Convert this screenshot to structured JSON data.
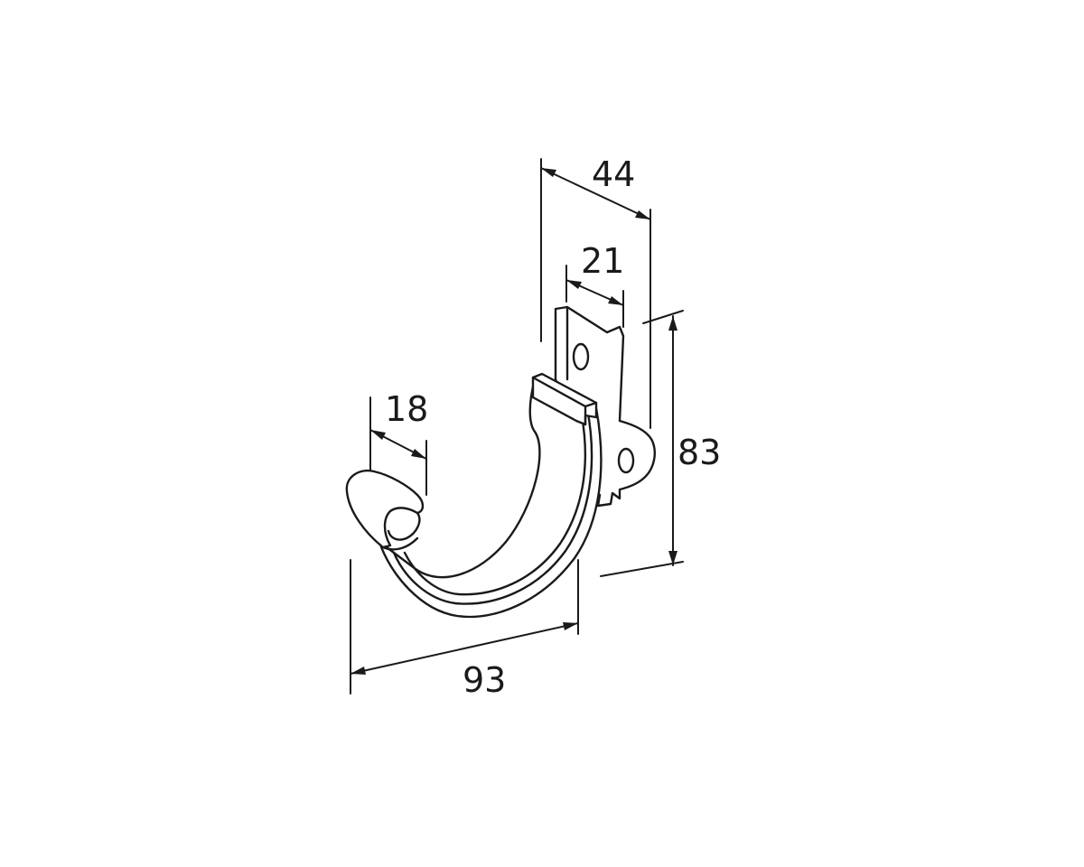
{
  "dimensions": {
    "width_top": "44",
    "bracket_width": "21",
    "bead_width": "18",
    "height": "83",
    "span": "93"
  }
}
